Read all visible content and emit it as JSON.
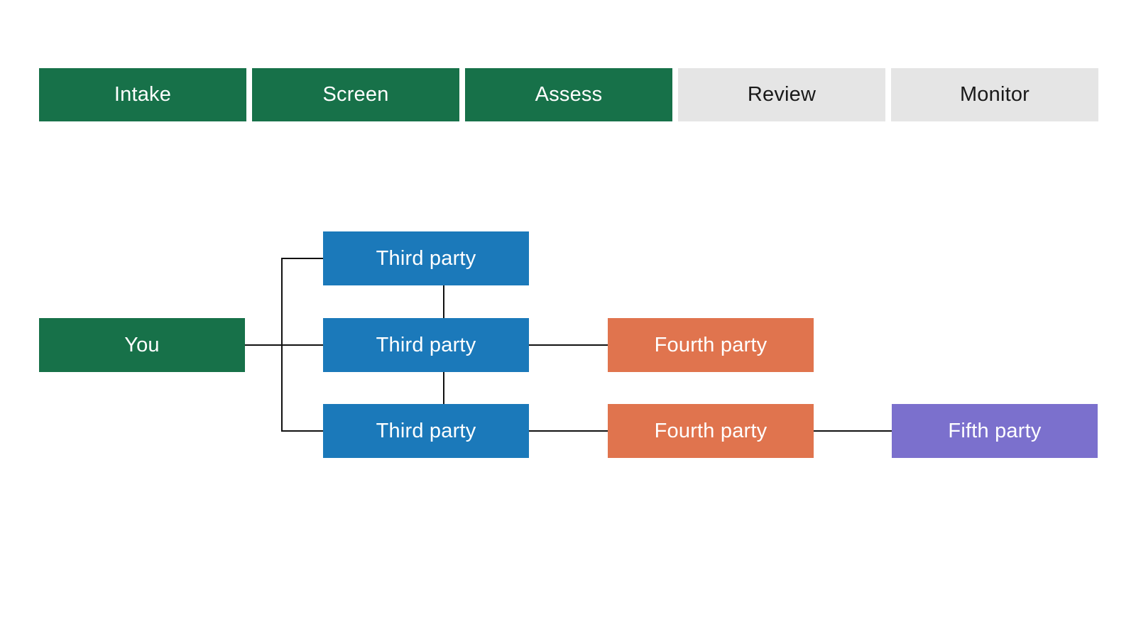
{
  "colors": {
    "stage_active": "#177149",
    "stage_inactive": "#E5E5E5",
    "root_node": "#177149",
    "third_party": "#1B79BA",
    "fourth_party": "#E0744E",
    "fifth_party": "#7B70CD",
    "connector": "#111111",
    "text_on_color": "#FFFFFF",
    "text_on_gray": "#1A1A1A"
  },
  "stages": [
    {
      "label": "Intake",
      "state": "active"
    },
    {
      "label": "Screen",
      "state": "active"
    },
    {
      "label": "Assess",
      "state": "active"
    },
    {
      "label": "Review",
      "state": "inactive"
    },
    {
      "label": "Monitor",
      "state": "inactive"
    }
  ],
  "tree": {
    "root": {
      "label": "You"
    },
    "third_parties": [
      {
        "label": "Third party"
      },
      {
        "label": "Third party"
      },
      {
        "label": "Third party"
      }
    ],
    "fourth_parties": [
      {
        "label": "Fourth party"
      },
      {
        "label": "Fourth party"
      }
    ],
    "fifth_parties": [
      {
        "label": "Fifth party"
      }
    ],
    "edges": [
      "You - Third party (top)",
      "You - Third party (middle)",
      "You - Third party (bottom)",
      "Third party (top) - Third party (middle)",
      "Third party (middle) - Third party (bottom)",
      "Third party (middle) - Fourth party (middle)",
      "Third party (bottom) - Fourth party (bottom)",
      "Fourth party (bottom) - Fifth party"
    ]
  }
}
